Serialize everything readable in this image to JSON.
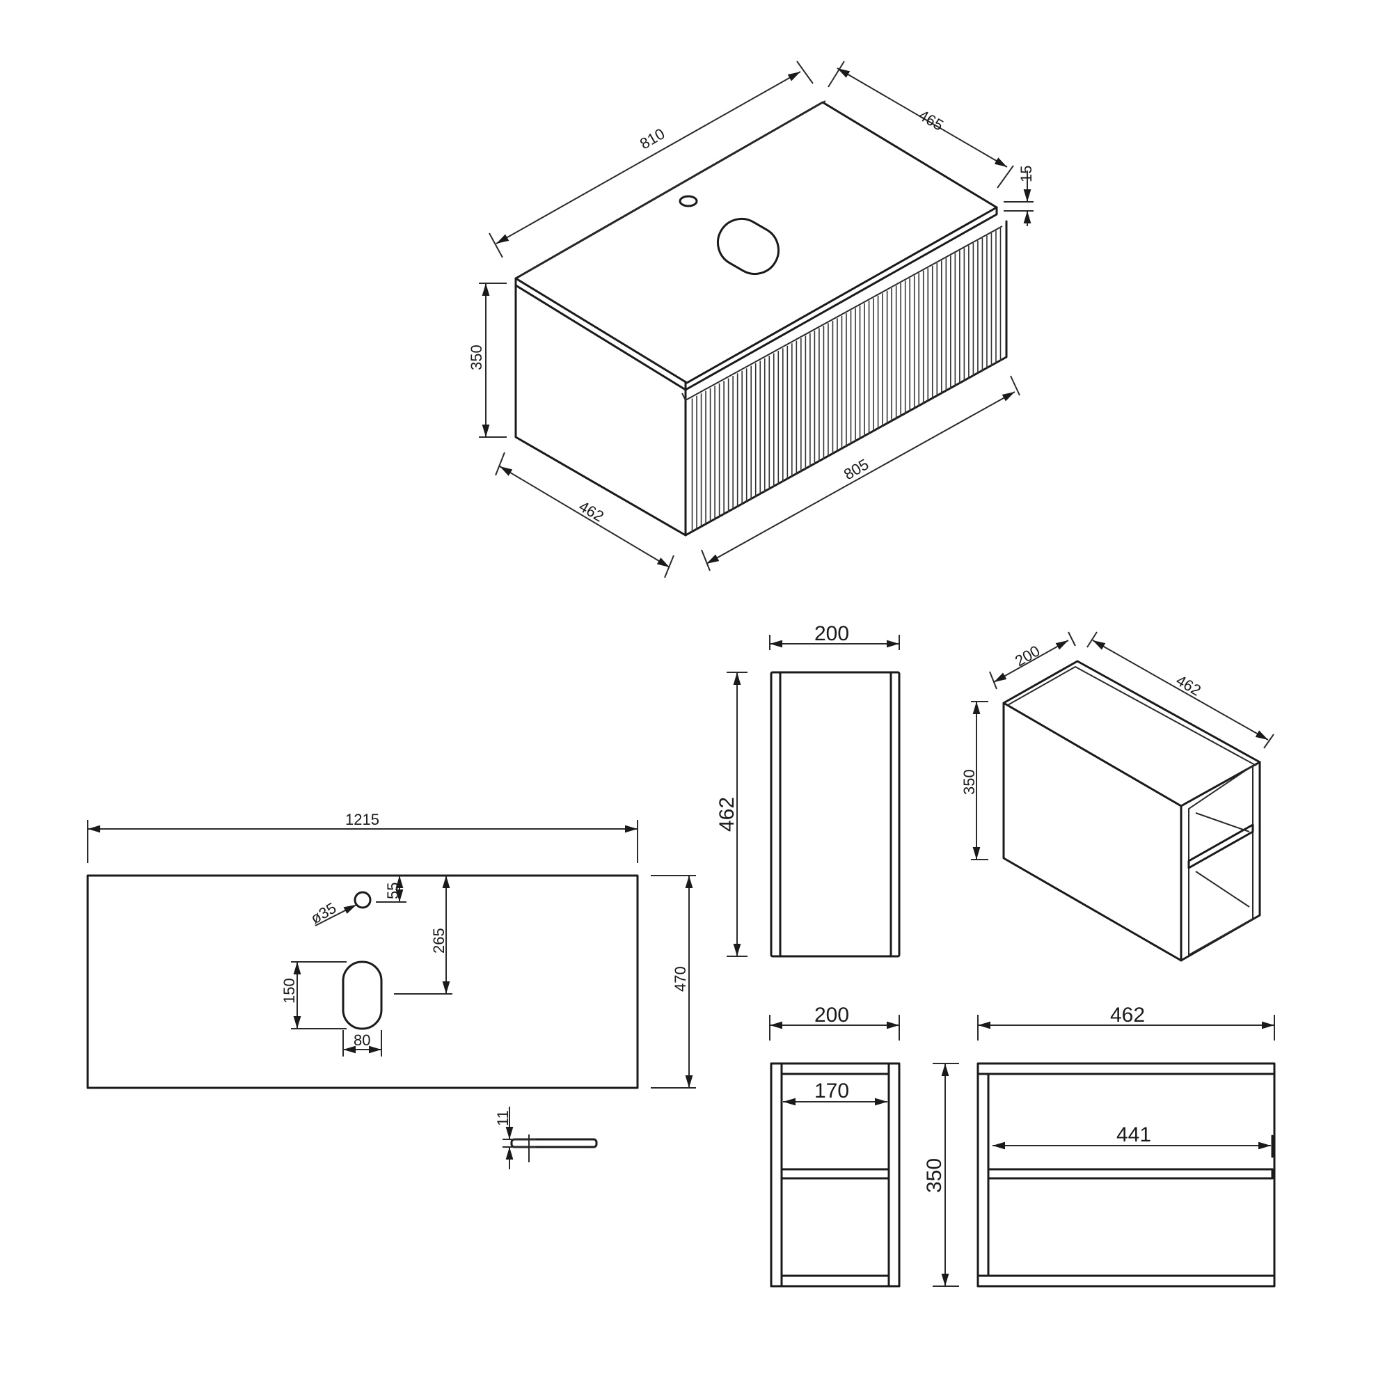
{
  "drawing": {
    "title": "Vanity unit with fluted drawer, countertop and side shelf – dimension drawing",
    "units": "mm",
    "line_color": "#1a1a1a",
    "background": "#ffffff"
  },
  "iso_vanity": {
    "top_length": "810",
    "top_depth": "465",
    "top_thickness": "15",
    "cabinet_height": "350",
    "cabinet_depth": "462",
    "cabinet_length": "805"
  },
  "countertop_plan": {
    "length": "1215",
    "depth": "470",
    "tap_hole_diameter": "ø35",
    "tap_hole_offset": "55",
    "basin_center_offset": "265",
    "basin_cutout_length": "150",
    "basin_cutout_width": "80",
    "thickness": "11"
  },
  "shelf_top_view": {
    "width": "200",
    "depth": "462"
  },
  "shelf_iso": {
    "width": "200",
    "depth": "462",
    "height": "350"
  },
  "shelf_front_view": {
    "width": "200",
    "inner_width": "170"
  },
  "shelf_side_view": {
    "height": "350",
    "depth": "462",
    "inner_depth": "441"
  }
}
